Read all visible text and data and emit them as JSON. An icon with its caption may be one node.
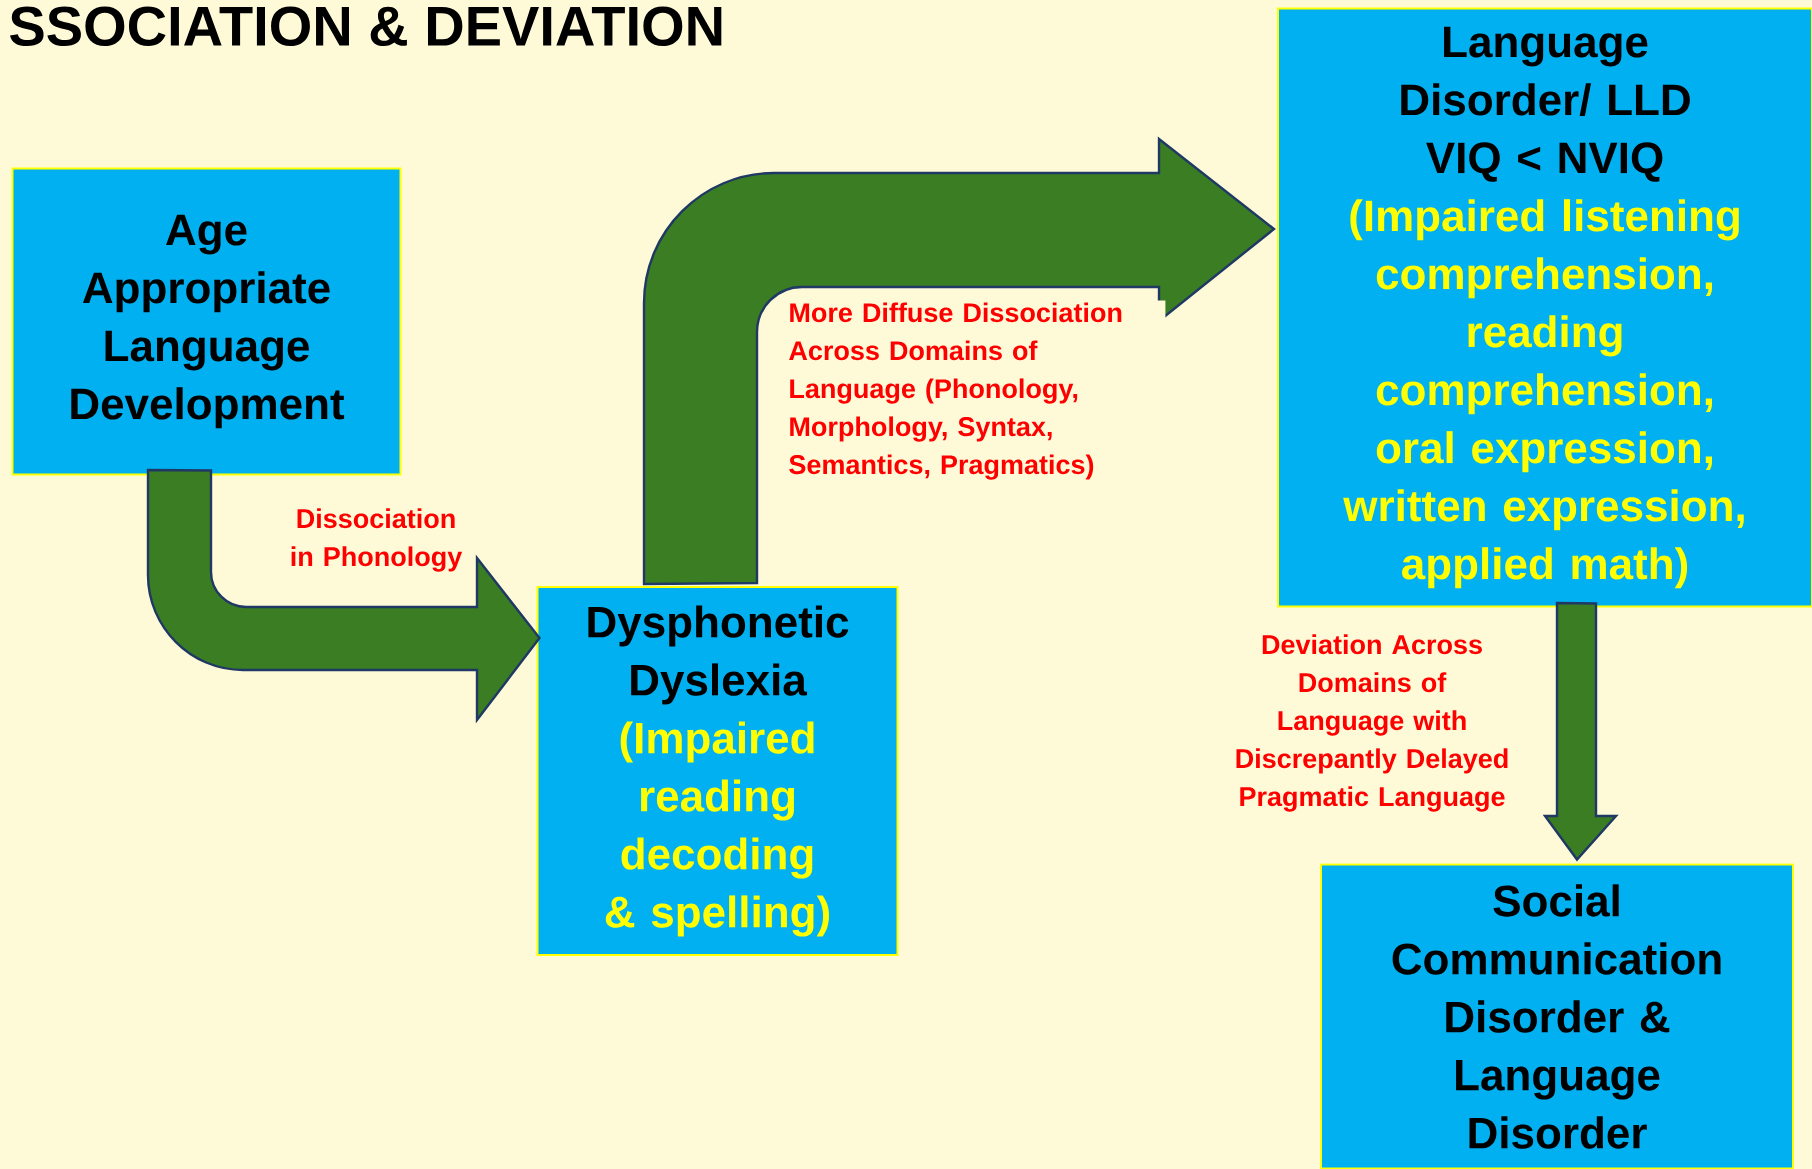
{
  "diagram": {
    "title": "SSOCIATION & DEVIATION",
    "nodes": [
      {
        "text": [
          "Age Appropriate Language Development"
        ]
      },
      {
        "text": [
          "Dysphonetic Dyslexia",
          "(Impaired reading decoding & spelling)"
        ]
      },
      {
        "text": [
          "Language Disorder/ LLD",
          "VIQ < NVIQ",
          "(Impaired listening comprehension, reading comprehension, oral expression, written expression, applied math)"
        ]
      },
      {
        "text": [
          "Social Communication Disorder & Language Disorder"
        ]
      }
    ],
    "edges": [
      {
        "from": 0,
        "to": 1,
        "arrow": "to",
        "label": "Dissociation in Phonology"
      },
      {
        "from": 1,
        "to": 2,
        "arrow": "to",
        "label": "More Diffuse Dissociation Across Domains of Language (Phonology, Morphology, Syntax, Semantics, Pragmatics)"
      },
      {
        "from": 2,
        "to": 3,
        "arrow": "to",
        "label": "Deviation Across Domains of Language with Discrepantly Delayed Pragmatic Language"
      }
    ]
  }
}
